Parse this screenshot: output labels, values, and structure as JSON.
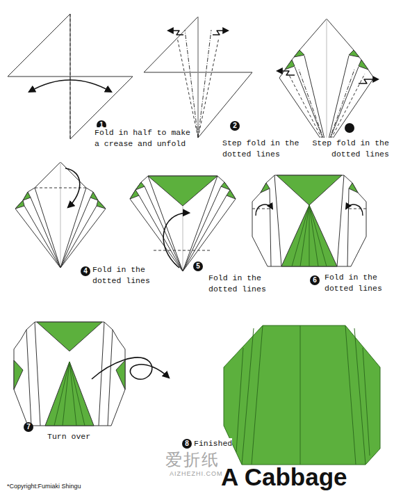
{
  "diagram": {
    "title": "A Cabbage",
    "labels": [
      "1",
      "Fold in half to make a crease and unfold",
      "2",
      "Step fold in the dotted lines",
      "Step fold in the dotted lines",
      "4",
      "Fold in the dotted lines",
      "5",
      "Fold in the dotted lines",
      "6",
      "Fold in the dotted lines",
      "7",
      "Turn over",
      "8",
      "Finished",
      "*Copyright:Fumiaki Shingu",
      "爱折纸",
      "AIZHEZHI.COM"
    ]
  }
}
